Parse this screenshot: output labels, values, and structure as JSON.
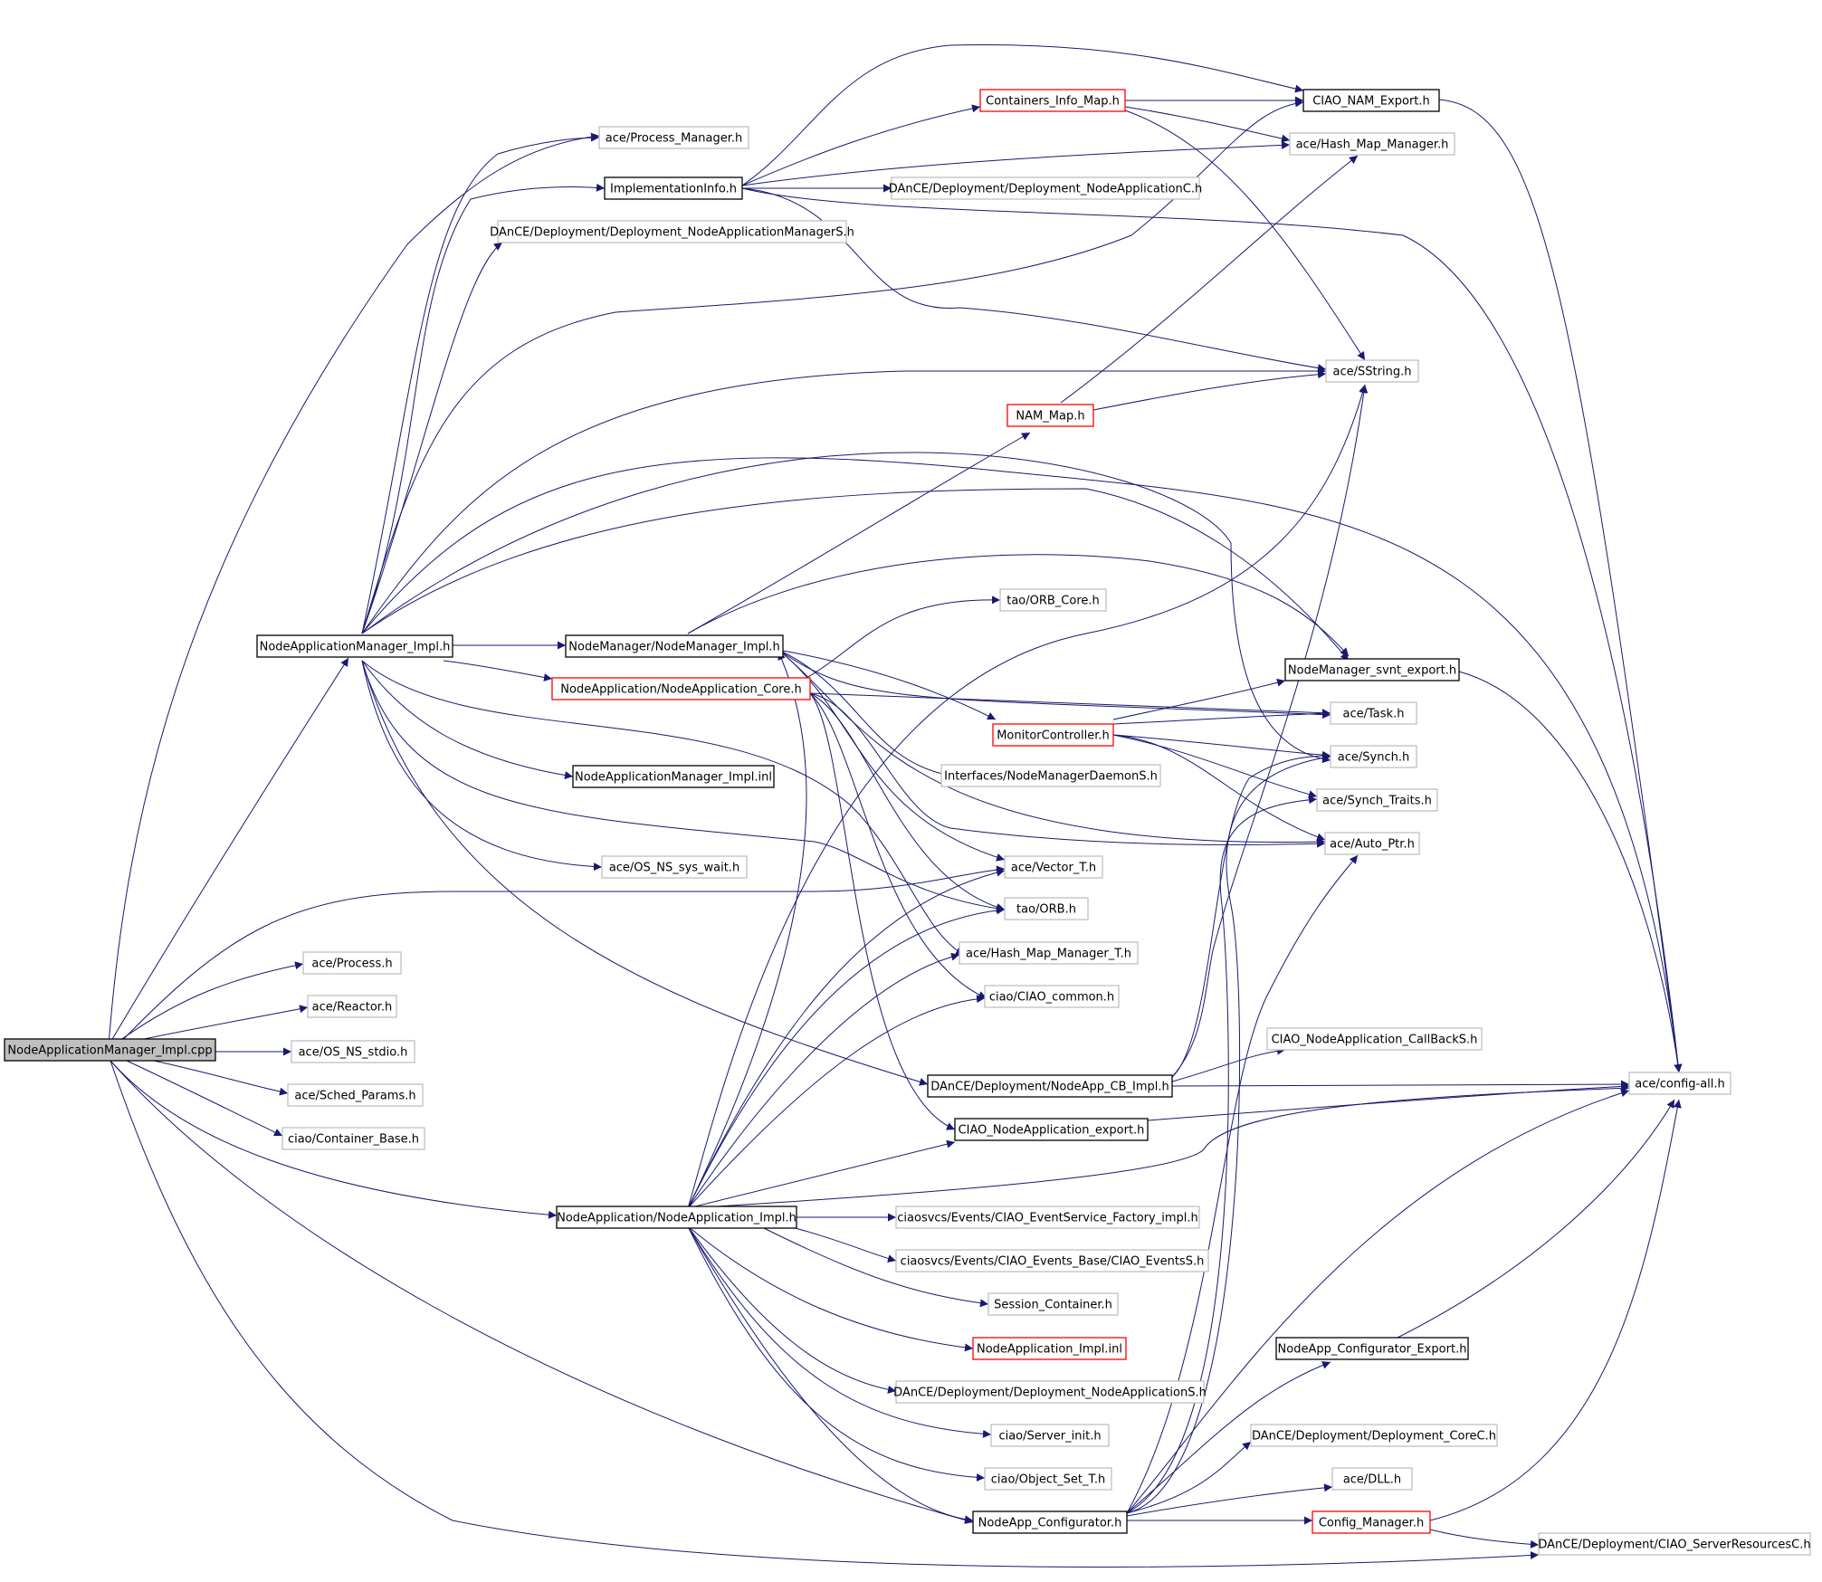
{
  "graph": {
    "root": "NodeApplicationManager_Impl.cpp",
    "colors": {
      "edge": "#191970",
      "root_fill": "#bfbfbf",
      "documented_border": "#000000",
      "undocumented_border": "#bfbfbf",
      "incomplete_border": "#ff0000"
    },
    "nodes": [
      {
        "id": "root",
        "label": "NodeApplicationManager_Impl.cpp",
        "style": "root"
      },
      {
        "id": "namimpl_h",
        "label": "NodeApplicationManager_Impl.h",
        "style": "documented"
      },
      {
        "id": "nmimpl_h",
        "label": "NodeManager/NodeManager_Impl.h",
        "style": "documented"
      },
      {
        "id": "nacore_h",
        "label": "NodeApplication/NodeApplication_Core.h",
        "style": "incomplete"
      },
      {
        "id": "naimpl_h",
        "label": "NodeApplication/NodeApplication_Impl.h",
        "style": "documented"
      },
      {
        "id": "namimpl_inl",
        "label": "NodeApplicationManager_Impl.inl",
        "style": "documented"
      },
      {
        "id": "implinfo_h",
        "label": "ImplementationInfo.h",
        "style": "documented"
      },
      {
        "id": "procmgr_h",
        "label": "ace/Process_Manager.h",
        "style": "undocumented"
      },
      {
        "id": "dnams_h",
        "label": "DAnCE/Deployment/Deployment_NodeApplicationManagerS.h",
        "style": "undocumented"
      },
      {
        "id": "cim_h",
        "label": "Containers_Info_Map.h",
        "style": "incomplete"
      },
      {
        "id": "ciaonam_h",
        "label": "CIAO_NAM_Export.h",
        "style": "documented"
      },
      {
        "id": "hashmapmgr_h",
        "label": "ace/Hash_Map_Manager.h",
        "style": "undocumented"
      },
      {
        "id": "dnac_h",
        "label": "DAnCE/Deployment/Deployment_NodeApplicationC.h",
        "style": "undocumented"
      },
      {
        "id": "sstring_h",
        "label": "ace/SString.h",
        "style": "undocumented"
      },
      {
        "id": "nammap_h",
        "label": "NAM_Map.h",
        "style": "incomplete"
      },
      {
        "id": "orbcore_h",
        "label": "tao/ORB_Core.h",
        "style": "undocumented"
      },
      {
        "id": "nmsvnt_h",
        "label": "NodeManager_svnt_export.h",
        "style": "documented"
      },
      {
        "id": "task_h",
        "label": "ace/Task.h",
        "style": "undocumented"
      },
      {
        "id": "monctl_h",
        "label": "MonitorController.h",
        "style": "incomplete"
      },
      {
        "id": "synch_h",
        "label": "ace/Synch.h",
        "style": "undocumented"
      },
      {
        "id": "nmds_h",
        "label": "Interfaces/NodeManagerDaemonS.h",
        "style": "undocumented"
      },
      {
        "id": "synchtraits_h",
        "label": "ace/Synch_Traits.h",
        "style": "undocumented"
      },
      {
        "id": "autoptr_h",
        "label": "ace/Auto_Ptr.h",
        "style": "undocumented"
      },
      {
        "id": "ossyswait_h",
        "label": "ace/OS_NS_sys_wait.h",
        "style": "undocumented"
      },
      {
        "id": "vectort_h",
        "label": "ace/Vector_T.h",
        "style": "undocumented"
      },
      {
        "id": "orb_h",
        "label": "tao/ORB.h",
        "style": "undocumented"
      },
      {
        "id": "hmmt_h",
        "label": "ace/Hash_Map_Manager_T.h",
        "style": "undocumented"
      },
      {
        "id": "ciaocommon_h",
        "label": "ciao/CIAO_common.h",
        "style": "undocumented"
      },
      {
        "id": "process_h",
        "label": "ace/Process.h",
        "style": "undocumented"
      },
      {
        "id": "reactor_h",
        "label": "ace/Reactor.h",
        "style": "undocumented"
      },
      {
        "id": "osstdio_h",
        "label": "ace/OS_NS_stdio.h",
        "style": "undocumented"
      },
      {
        "id": "schedparams_h",
        "label": "ace/Sched_Params.h",
        "style": "undocumented"
      },
      {
        "id": "contbase_h",
        "label": "ciao/Container_Base.h",
        "style": "undocumented"
      },
      {
        "id": "ciaonacb_h",
        "label": "CIAO_NodeApplication_CallBackS.h",
        "style": "undocumented"
      },
      {
        "id": "nacbimpl_h",
        "label": "DAnCE/Deployment/NodeApp_CB_Impl.h",
        "style": "documented"
      },
      {
        "id": "configall_h",
        "label": "ace/config-all.h",
        "style": "undocumented"
      },
      {
        "id": "ciaonaexp_h",
        "label": "CIAO_NodeApplication_export.h",
        "style": "documented"
      },
      {
        "id": "esfactory_h",
        "label": "ciaosvcs/Events/CIAO_EventService_Factory_impl.h",
        "style": "undocumented"
      },
      {
        "id": "eventss_h",
        "label": "ciaosvcs/Events/CIAO_Events_Base/CIAO_EventsS.h",
        "style": "undocumented"
      },
      {
        "id": "sesscont_h",
        "label": "Session_Container.h",
        "style": "undocumented"
      },
      {
        "id": "naimpl_inl",
        "label": "NodeApplication_Impl.inl",
        "style": "incomplete"
      },
      {
        "id": "dnas_h",
        "label": "DAnCE/Deployment/Deployment_NodeApplicationS.h",
        "style": "undocumented"
      },
      {
        "id": "serverinit_h",
        "label": "ciao/Server_init.h",
        "style": "undocumented"
      },
      {
        "id": "objset_h",
        "label": "ciao/Object_Set_T.h",
        "style": "undocumented"
      },
      {
        "id": "nacfgexp_h",
        "label": "NodeApp_Configurator_Export.h",
        "style": "documented"
      },
      {
        "id": "dcorec_h",
        "label": "DAnCE/Deployment/Deployment_CoreC.h",
        "style": "undocumented"
      },
      {
        "id": "dll_h",
        "label": "ace/DLL.h",
        "style": "undocumented"
      },
      {
        "id": "nacfg_h",
        "label": "NodeApp_Configurator.h",
        "style": "documented"
      },
      {
        "id": "cfgmgr_h",
        "label": "Config_Manager.h",
        "style": "incomplete"
      },
      {
        "id": "srvres_h",
        "label": "DAnCE/Deployment/CIAO_ServerResourcesC.h",
        "style": "undocumented"
      }
    ]
  }
}
